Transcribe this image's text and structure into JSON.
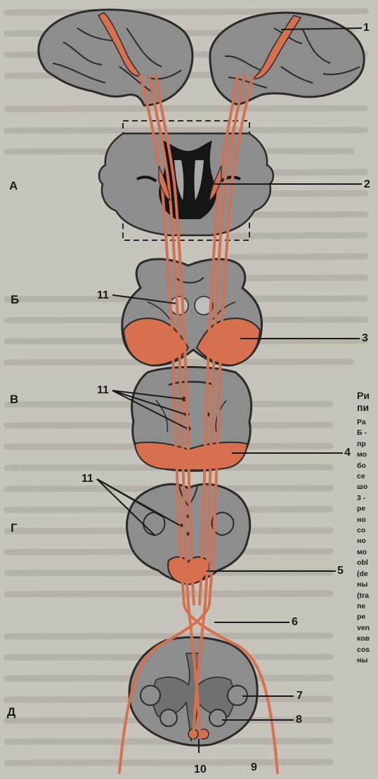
{
  "section_labels": {
    "a": "А",
    "b": "Б",
    "v": "В",
    "g": "Г",
    "d": "Д"
  },
  "number_labels": {
    "n1": "1",
    "n2": "2",
    "n3": "3",
    "n4": "4",
    "n5": "5",
    "n6": "6",
    "n7": "7",
    "n8": "8",
    "n9": "9",
    "n10": "10",
    "n11a": "11",
    "n11b": "11",
    "n11c": "11"
  },
  "caption": {
    "title_lines": [
      "Ри",
      "пи"
    ],
    "body_lines": [
      "Ра",
      "Б -",
      "пр",
      "мо",
      "бо",
      "се",
      "шо",
      "3 -",
      "ре",
      "но",
      "co",
      "но",
      "мо",
      "obl",
      "(de",
      "ны",
      "(tra",
      "пе",
      "ре",
      "ven",
      "ков",
      "cos",
      "ны"
    ]
  },
  "colors": {
    "paper": "#c9c6bd",
    "tissue": "#8d8d8d",
    "tract": "#d6704e",
    "outline": "#2a2a2a",
    "ventricle": "#151515"
  }
}
